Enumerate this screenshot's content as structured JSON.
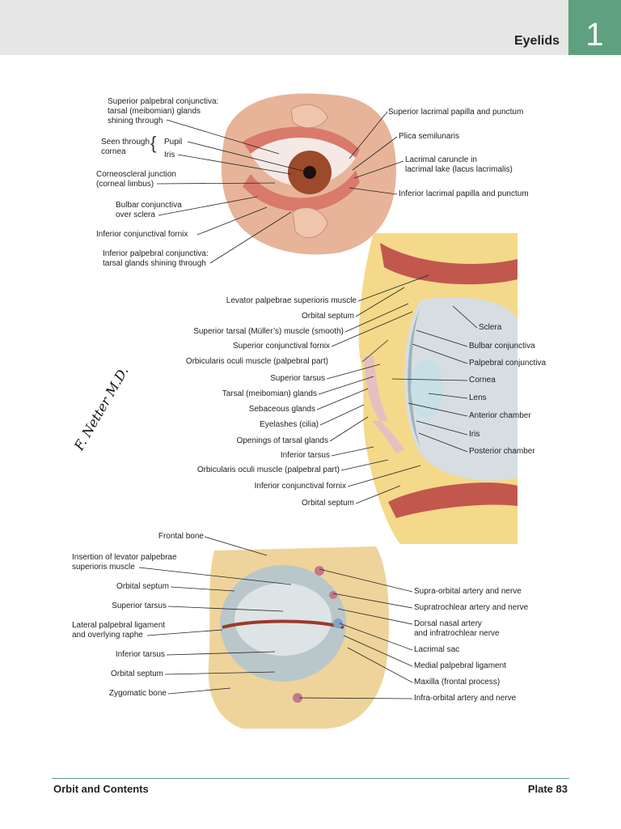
{
  "header": {
    "title": "Eyelids",
    "chapter_number": "1"
  },
  "footer": {
    "section": "Orbit and Contents",
    "plate": "Plate 83"
  },
  "artist_signature": "F. Netter M.D.",
  "top_figure": {
    "left_labels": [
      "Superior palpebral conjunctiva:\ntarsal (meibomian) glands\nshining through",
      "Seen through\ncornea",
      "Pupil",
      "Iris",
      "Corneoscleral junction\n(corneal limbus)",
      "Bulbar conjunctiva\nover sclera",
      "Inferior conjunctival fornix",
      "Inferior palpebral conjunctiva:\ntarsal glands shining through"
    ],
    "right_labels": [
      "Superior lacrimal papilla and punctum",
      "Plica semilunaris",
      "Lacrimal caruncle in\nlacrimal lake (lacus lacrimalis)",
      "Inferior lacrimal papilla and punctum"
    ]
  },
  "middle_figure": {
    "left_labels": [
      "Levator palpebrae superioris muscle",
      "Orbital septum",
      "Superior tarsal (Müller’s) muscle (smooth)",
      "Superior conjunctival fornix",
      "Orbicularis oculi muscle (palpebral part)",
      "Superior tarsus",
      "Tarsal (meibomian) glands",
      "Sebaceous glands",
      "Eyelashes (cilia)",
      "Openings of tarsal glands",
      "Inferior tarsus",
      "Orbicularis oculi muscle (palpebral part)",
      "Inferior conjunctival fornix",
      "Orbital septum"
    ],
    "right_labels": [
      "Sclera",
      "Bulbar conjunctiva",
      "Palpebral conjunctiva",
      "Cornea",
      "Lens",
      "Anterior chamber",
      "Iris",
      "Posterior chamber"
    ]
  },
  "bottom_figure": {
    "left_labels": [
      "Frontal bone",
      "Insertion of levator palpebrae\nsuperioris muscle",
      "Orbital septum",
      "Superior tarsus",
      "Lateral palpebral ligament\nand overlying raphe",
      "Inferior tarsus",
      "Orbital septum",
      "Zygomatic bone"
    ],
    "right_labels": [
      "Supra-orbital artery and nerve",
      "Supratrochlear artery and nerve",
      "Dorsal nasal artery\nand infratrochlear nerve",
      "Lacrimal sac",
      "Medial palpebral ligament",
      "Maxilla (frontal process)",
      "Infra-orbital artery and nerve"
    ]
  }
}
